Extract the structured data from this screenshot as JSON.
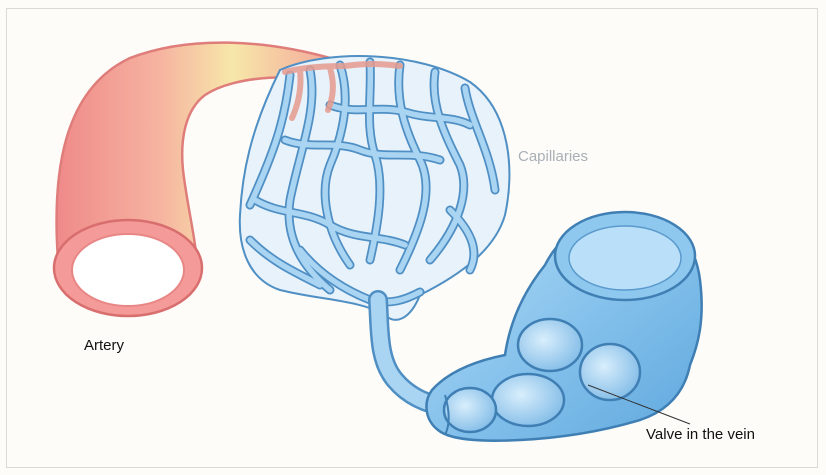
{
  "labels": {
    "capillaries": "Capillaries",
    "artery": "Artery",
    "valve": "Valve in the vein"
  },
  "colors": {
    "artery_fill": "#f29a98",
    "artery_highlight": "#f6f0a8",
    "artery_outline": "#e07878",
    "vein_fill": "#8ec8ee",
    "vein_light": "#cde8fa",
    "vein_outline": "#3f7fb4",
    "label_light": "#a8afb6"
  }
}
